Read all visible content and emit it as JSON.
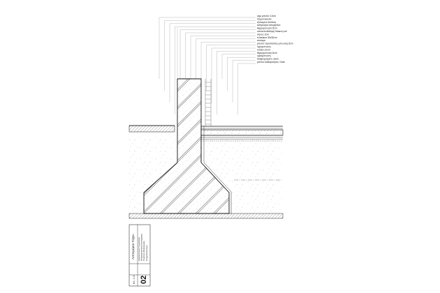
{
  "drawing": {
    "layer_labels": [
      "γκρι μπετόν 12cm",
      "τσιμεντοκονία",
      "εξυλαμινό 6απλόs",
      "ασπροψύο ασυρβόλσι",
      "θερμομόνωση 5cm",
      "οπτοπλινθόδομή διάκενη cm",
      "στρώς 2cm",
      "πλακάκια 30x30cm",
      "κονίαμα",
      "μπετόν προστασίας μόνωσης 5cm",
      "υγρομόνωση",
      "πλάκα 12cm",
      "θερμομόνωση 5cm",
      "υγρομόνωση",
      "διαβροχισμένο υλικό",
      "μπετόν καθαρότητας 10cm"
    ],
    "title_block": {
      "small_lines": [
        "Αρχιτεκτονική Γεωμετρίας",
        "Κατασκευαστική Λεπτομέρεια",
        "Ποιότητα Κατασκευής",
        "Ονοματεπώνυμο"
      ],
      "title": "Λεπτομέρεια Τοίχου",
      "sheet_number": "02",
      "scale": "ΚΛ. 1:10"
    }
  },
  "colors": {
    "line": "#111111",
    "leader": "#9a9a9a",
    "speckle": "#6a6a6a"
  }
}
